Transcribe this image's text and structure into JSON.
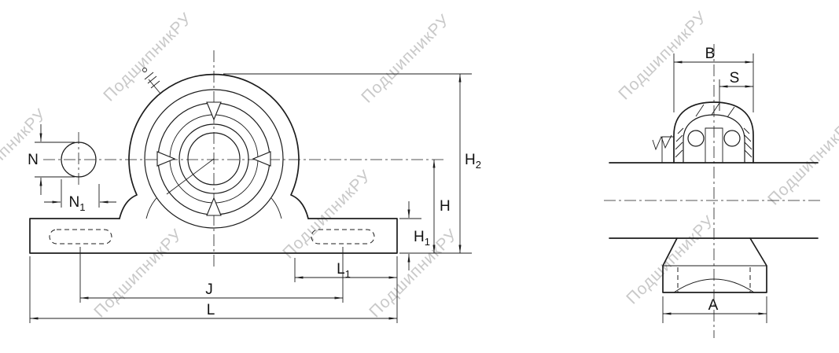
{
  "watermark": {
    "text": "ПодшипникРУ"
  },
  "colors": {
    "line": "#1c1c1c",
    "watermark": "#c9c9c9",
    "background": "#ffffff"
  },
  "dims": {
    "front": {
      "N": {
        "base": "N",
        "sub": ""
      },
      "N1": {
        "base": "N",
        "sub": "1"
      },
      "H2": {
        "base": "H",
        "sub": "2"
      },
      "H": {
        "base": "H",
        "sub": ""
      },
      "H1": {
        "base": "H",
        "sub": "1"
      },
      "L1": {
        "base": "L",
        "sub": "1"
      },
      "J": {
        "base": "J",
        "sub": ""
      },
      "L": {
        "base": "L",
        "sub": ""
      }
    },
    "side": {
      "B": {
        "base": "B",
        "sub": ""
      },
      "S": {
        "base": "S",
        "sub": ""
      },
      "A": {
        "base": "A",
        "sub": ""
      }
    }
  }
}
